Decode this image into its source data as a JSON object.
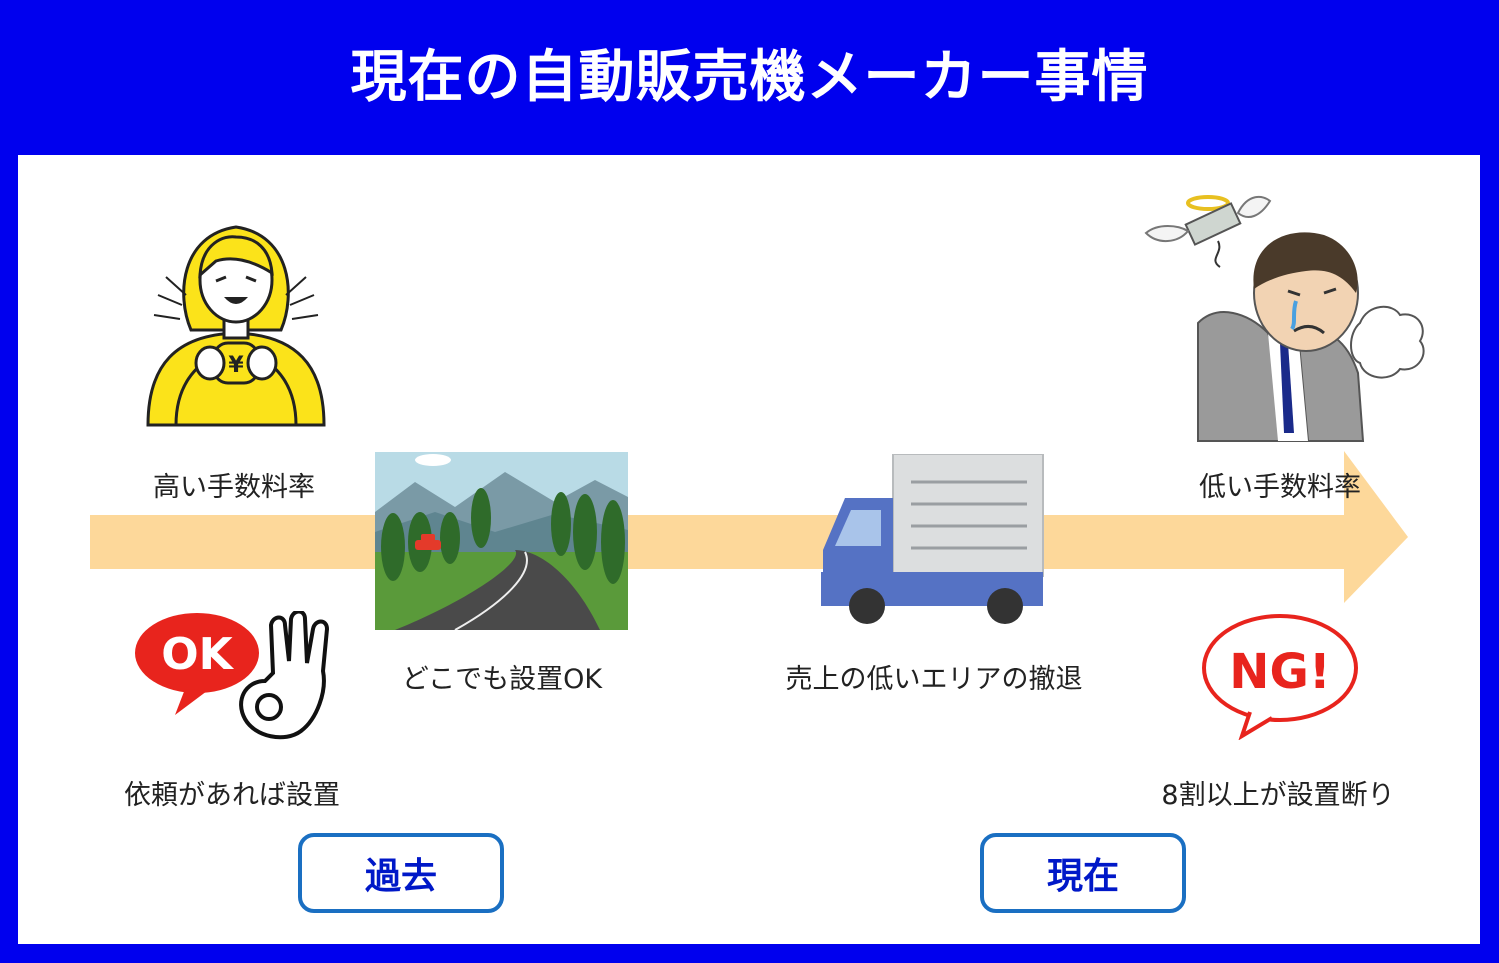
{
  "title": "現在の自動販売機メーカー事情",
  "past": {
    "button": "過去",
    "woman_label": "高い手数料率",
    "ok_label": "依頼があれば設置",
    "road_label": "どこでも設置OK",
    "ok_badge": "OK",
    "yen_symbol": "¥"
  },
  "present": {
    "button": "現在",
    "man_label": "低い手数料率",
    "ng_label": "8割以上が設置断り",
    "truck_label": "売上の低いエリアの撤退",
    "ng_badge": "NG!"
  },
  "colors": {
    "frame": "#0000ee",
    "arrow": "#fdd89a",
    "button_border": "#1a6fc2",
    "button_text": "#0018c8",
    "ok_red": "#e8241d",
    "woman_yellow": "#fbe31a",
    "truck_blue": "#5572c4"
  },
  "icons": [
    "woman-happy-icon",
    "ok-hand-icon",
    "road-landscape-icon",
    "truck-icon",
    "sad-man-icon",
    "ng-bubble-icon",
    "flying-money-icon"
  ]
}
